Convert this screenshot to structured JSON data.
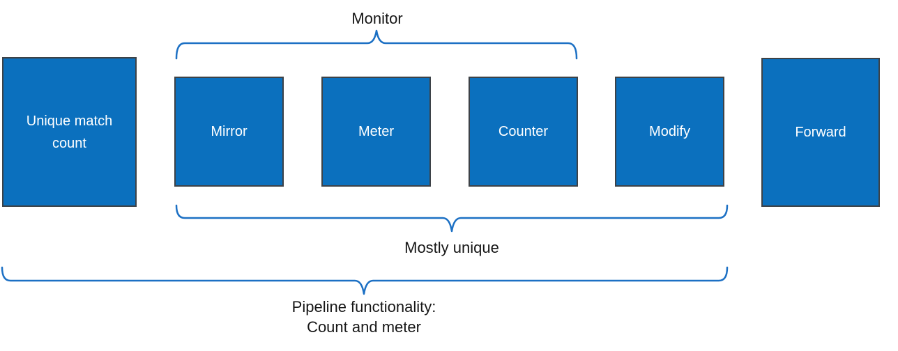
{
  "colors": {
    "background": "#ffffff",
    "box_fill": "#0b70be",
    "box_border": "#3d4247",
    "box_text": "#ffffff",
    "brace_stroke": "#1c70c4",
    "label_text": "#161616"
  },
  "boxes": [
    {
      "id": "unique-match-count",
      "label": "Unique match count"
    },
    {
      "id": "mirror",
      "label": "Mirror"
    },
    {
      "id": "meter",
      "label": "Meter"
    },
    {
      "id": "counter",
      "label": "Counter"
    },
    {
      "id": "modify",
      "label": "Modify"
    },
    {
      "id": "forward",
      "label": "Forward"
    }
  ],
  "braces": {
    "monitor": {
      "label": "Monitor"
    },
    "mostly_unique": {
      "label": "Mostly unique"
    },
    "pipeline": {
      "label_line1": "Pipeline functionality:",
      "label_line2": "Count and meter"
    }
  }
}
